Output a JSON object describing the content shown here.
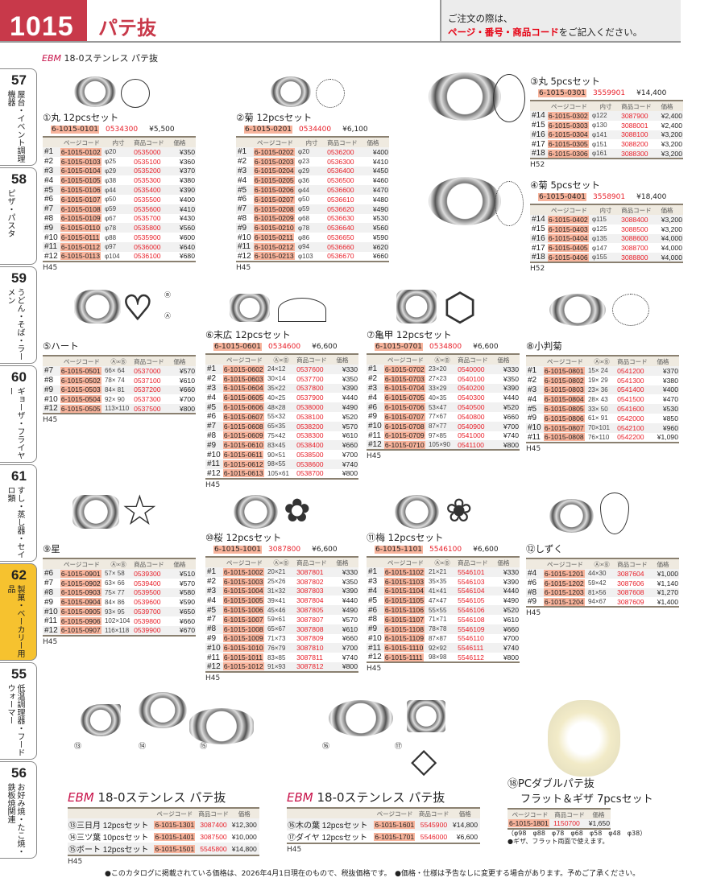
{
  "header": {
    "page_number": "1015",
    "title": "パテ抜",
    "note_line1": "ご注文の際は、",
    "note_red": "ページ・番号・商品コード",
    "note_rest": "をご記入ください。"
  },
  "brand": {
    "ebm": "EBM",
    "name": "18-0ステンレス パテ抜"
  },
  "tabs": [
    {
      "num": "57",
      "label": "屋台・イベント調理機器",
      "active": false
    },
    {
      "num": "58",
      "label": "ピザ・パスタ",
      "active": false
    },
    {
      "num": "59",
      "label": "うどん・そば・ラーメン",
      "active": false
    },
    {
      "num": "60",
      "label": "ギョーザ・フライヤー",
      "active": false
    },
    {
      "num": "61",
      "label": "すし・蒸し器・セイロ類",
      "active": false
    },
    {
      "num": "62",
      "label": "製菓・ベーカリー用品",
      "active": true
    },
    {
      "num": "55",
      "label": "低温調理器・フードウォーマー",
      "active": false
    },
    {
      "num": "56",
      "label": "お好み焼・たこ焼・鉄板焼関連",
      "active": false
    }
  ],
  "sections": [
    {
      "title": "①丸 12pcsセット",
      "set": {
        "page_code": "6-1015-0101",
        "code": "0534300",
        "price": "¥5,500"
      },
      "headers": [
        "",
        "ページコード",
        "内寸",
        "商品コード",
        "価格"
      ],
      "note": "H45",
      "rows": [
        [
          "#1",
          "6-1015-0102",
          "φ20",
          "0535000",
          "¥350"
        ],
        [
          "#2",
          "6-1015-0103",
          "φ25",
          "0535100",
          "¥360"
        ],
        [
          "#3",
          "6-1015-0104",
          "φ29",
          "0535200",
          "¥370"
        ],
        [
          "#4",
          "6-1015-0105",
          "φ38",
          "0535300",
          "¥380"
        ],
        [
          "#5",
          "6-1015-0106",
          "φ44",
          "0535400",
          "¥390"
        ],
        [
          "#6",
          "6-1015-0107",
          "φ50",
          "0535500",
          "¥400"
        ],
        [
          "#7",
          "6-1015-0108",
          "φ59",
          "0535600",
          "¥410"
        ],
        [
          "#8",
          "6-1015-0109",
          "φ67",
          "0535700",
          "¥430"
        ],
        [
          "#9",
          "6-1015-0110",
          "φ78",
          "0535800",
          "¥560"
        ],
        [
          "#10",
          "6-1015-0111",
          "φ88",
          "0535900",
          "¥600"
        ],
        [
          "#11",
          "6-1015-0112",
          "φ97",
          "0536000",
          "¥640"
        ],
        [
          "#12",
          "6-1015-0113",
          "φ104",
          "0536100",
          "¥680"
        ]
      ]
    },
    {
      "title": "②菊 12pcsセット",
      "set": {
        "page_code": "6-1015-0201",
        "code": "0534400",
        "price": "¥6,100"
      },
      "headers": [
        "",
        "ページコード",
        "内寸",
        "商品コード",
        "価格"
      ],
      "note": "H45",
      "rows": [
        [
          "#1",
          "6-1015-0202",
          "φ20",
          "0536200",
          "¥400"
        ],
        [
          "#2",
          "6-1015-0203",
          "φ23",
          "0536300",
          "¥410"
        ],
        [
          "#3",
          "6-1015-0204",
          "φ29",
          "0536400",
          "¥450"
        ],
        [
          "#4",
          "6-1015-0205",
          "φ36",
          "0536500",
          "¥460"
        ],
        [
          "#5",
          "6-1015-0206",
          "φ44",
          "0536600",
          "¥470"
        ],
        [
          "#6",
          "6-1015-0207",
          "φ50",
          "0536610",
          "¥480"
        ],
        [
          "#7",
          "6-1015-0208",
          "φ59",
          "0536620",
          "¥490"
        ],
        [
          "#8",
          "6-1015-0209",
          "φ68",
          "0536630",
          "¥530"
        ],
        [
          "#9",
          "6-1015-0210",
          "φ78",
          "0536640",
          "¥560"
        ],
        [
          "#10",
          "6-1015-0211",
          "φ86",
          "0536650",
          "¥590"
        ],
        [
          "#11",
          "6-1015-0212",
          "φ94",
          "0536660",
          "¥620"
        ],
        [
          "#12",
          "6-1015-0213",
          "φ103",
          "0536670",
          "¥660"
        ]
      ]
    },
    {
      "title": "③丸 5pcsセット",
      "set": {
        "page_code": "6-1015-0301",
        "code": "3559901",
        "price": "¥14,400"
      },
      "headers": [
        "",
        "ページコード",
        "内寸",
        "商品コード",
        "価格"
      ],
      "note": "H52",
      "rows": [
        [
          "#14",
          "6-1015-0302",
          "φ122",
          "3087900",
          "¥2,400"
        ],
        [
          "#15",
          "6-1015-0303",
          "φ130",
          "3088001",
          "¥2,400"
        ],
        [
          "#16",
          "6-1015-0304",
          "φ141",
          "3088100",
          "¥3,200"
        ],
        [
          "#17",
          "6-1015-0305",
          "φ151",
          "3088200",
          "¥3,200"
        ],
        [
          "#18",
          "6-1015-0306",
          "φ161",
          "3088300",
          "¥3,200"
        ]
      ]
    },
    {
      "title": "④菊 5pcsセット",
      "set": {
        "page_code": "6-1015-0401",
        "code": "3558901",
        "price": "¥18,400"
      },
      "headers": [
        "",
        "ページコード",
        "内寸",
        "商品コード",
        "価格"
      ],
      "note": "H52",
      "rows": [
        [
          "#14",
          "6-1015-0402",
          "φ115",
          "3088400",
          "¥3,200"
        ],
        [
          "#15",
          "6-1015-0403",
          "φ125",
          "3088500",
          "¥3,200"
        ],
        [
          "#16",
          "6-1015-0404",
          "φ135",
          "3088600",
          "¥4,000"
        ],
        [
          "#17",
          "6-1015-0405",
          "φ147",
          "3088700",
          "¥4,000"
        ],
        [
          "#18",
          "6-1015-0406",
          "φ155",
          "3088800",
          "¥4,000"
        ]
      ]
    },
    {
      "title": "⑤ハート",
      "headers": [
        "",
        "ページコード",
        "Ⓐ×Ⓑ",
        "商品コード",
        "価格"
      ],
      "note": "H45",
      "rows": [
        [
          "#7",
          "6-1015-0501",
          "66× 64",
          "0537000",
          "¥570"
        ],
        [
          "#8",
          "6-1015-0502",
          "78× 74",
          "0537100",
          "¥610"
        ],
        [
          "#9",
          "6-1015-0503",
          "84× 81",
          "0537200",
          "¥660"
        ],
        [
          "#10",
          "6-1015-0504",
          "92× 90",
          "0537300",
          "¥700"
        ],
        [
          "#12",
          "6-1015-0505",
          "113×110",
          "0537500",
          "¥800"
        ]
      ]
    },
    {
      "title": "⑥末広 12pcsセット",
      "set": {
        "page_code": "6-1015-0601",
        "code": "0534600",
        "price": "¥6,600"
      },
      "headers": [
        "",
        "ページコード",
        "Ⓐ×Ⓑ",
        "商品コード",
        "価格"
      ],
      "note": "H45",
      "rows": [
        [
          "#1",
          "6-1015-0602",
          "24×12",
          "0537600",
          "¥330"
        ],
        [
          "#2",
          "6-1015-0603",
          "30×14",
          "0537700",
          "¥350"
        ],
        [
          "#3",
          "6-1015-0604",
          "35×22",
          "0537800",
          "¥390"
        ],
        [
          "#4",
          "6-1015-0605",
          "40×25",
          "0537900",
          "¥440"
        ],
        [
          "#5",
          "6-1015-0606",
          "48×28",
          "0538000",
          "¥490"
        ],
        [
          "#6",
          "6-1015-0607",
          "55×32",
          "0538100",
          "¥520"
        ],
        [
          "#7",
          "6-1015-0608",
          "65×35",
          "0538200",
          "¥570"
        ],
        [
          "#8",
          "6-1015-0609",
          "75×42",
          "0538300",
          "¥610"
        ],
        [
          "#9",
          "6-1015-0610",
          "83×45",
          "0538400",
          "¥660"
        ],
        [
          "#10",
          "6-1015-0611",
          "90×51",
          "0538500",
          "¥700"
        ],
        [
          "#11",
          "6-1015-0612",
          "98×55",
          "0538600",
          "¥740"
        ],
        [
          "#12",
          "6-1015-0613",
          "105×61",
          "0538700",
          "¥800"
        ]
      ]
    },
    {
      "title": "⑦亀甲 12pcsセット",
      "set": {
        "page_code": "6-1015-0701",
        "code": "0534800",
        "price": "¥6,600"
      },
      "headers": [
        "",
        "ページコード",
        "Ⓐ×Ⓑ",
        "商品コード",
        "価格"
      ],
      "note": "H45",
      "rows": [
        [
          "#1",
          "6-1015-0702",
          "23×20",
          "0540000",
          "¥330"
        ],
        [
          "#2",
          "6-1015-0703",
          "27×23",
          "0540100",
          "¥350"
        ],
        [
          "#3",
          "6-1015-0704",
          "33×29",
          "0540200",
          "¥390"
        ],
        [
          "#4",
          "6-1015-0705",
          "40×35",
          "0540300",
          "¥440"
        ],
        [
          "#6",
          "6-1015-0706",
          "53×47",
          "0540500",
          "¥520"
        ],
        [
          "#9",
          "6-1015-0707",
          "77×67",
          "0540800",
          "¥660"
        ],
        [
          "#10",
          "6-1015-0708",
          "87×77",
          "0540900",
          "¥700"
        ],
        [
          "#11",
          "6-1015-0709",
          "97×85",
          "0541000",
          "¥740"
        ],
        [
          "#12",
          "6-1015-0710",
          "105×90",
          "0541100",
          "¥800"
        ]
      ]
    },
    {
      "title": "⑧小判菊",
      "headers": [
        "",
        "ページコード",
        "Ⓐ×Ⓑ",
        "商品コード",
        "価格"
      ],
      "note": "H45",
      "rows": [
        [
          "#1",
          "6-1015-0801",
          "15× 24",
          "0541200",
          "¥370"
        ],
        [
          "#2",
          "6-1015-0802",
          "19× 29",
          "0541300",
          "¥380"
        ],
        [
          "#3",
          "6-1015-0803",
          "23× 36",
          "0541400",
          "¥400"
        ],
        [
          "#4",
          "6-1015-0804",
          "28× 43",
          "0541500",
          "¥470"
        ],
        [
          "#5",
          "6-1015-0805",
          "33× 50",
          "0541600",
          "¥530"
        ],
        [
          "#9",
          "6-1015-0806",
          "61× 91",
          "0542000",
          "¥850"
        ],
        [
          "#10",
          "6-1015-0807",
          "70×101",
          "0542100",
          "¥960"
        ],
        [
          "#11",
          "6-1015-0808",
          "76×110",
          "0542200",
          "¥1,090"
        ]
      ]
    },
    {
      "title": "⑨星",
      "headers": [
        "",
        "ページコード",
        "Ⓐ×Ⓑ",
        "商品コード",
        "価格"
      ],
      "note": "H45",
      "rows": [
        [
          "#6",
          "6-1015-0901",
          "57× 58",
          "0539300",
          "¥510"
        ],
        [
          "#7",
          "6-1015-0902",
          "63× 66",
          "0539400",
          "¥570"
        ],
        [
          "#8",
          "6-1015-0903",
          "75× 77",
          "0539500",
          "¥580"
        ],
        [
          "#9",
          "6-1015-0904",
          "84× 86",
          "0539600",
          "¥590"
        ],
        [
          "#10",
          "6-1015-0905",
          "93× 95",
          "0539700",
          "¥650"
        ],
        [
          "#11",
          "6-1015-0906",
          "102×104",
          "0539800",
          "¥660"
        ],
        [
          "#12",
          "6-1015-0907",
          "116×118",
          "0539900",
          "¥670"
        ]
      ]
    },
    {
      "title": "⑩桜 12pcsセット",
      "set": {
        "page_code": "6-1015-1001",
        "code": "3087800",
        "price": "¥6,600"
      },
      "headers": [
        "",
        "ページコード",
        "Ⓐ×Ⓑ",
        "商品コード",
        "価格"
      ],
      "note": "H45",
      "rows": [
        [
          "#1",
          "6-1015-1002",
          "20×21",
          "3087801",
          "¥330"
        ],
        [
          "#2",
          "6-1015-1003",
          "25×26",
          "3087802",
          "¥350"
        ],
        [
          "#3",
          "6-1015-1004",
          "31×32",
          "3087803",
          "¥390"
        ],
        [
          "#4",
          "6-1015-1005",
          "39×41",
          "3087804",
          "¥440"
        ],
        [
          "#5",
          "6-1015-1006",
          "45×46",
          "3087805",
          "¥490"
        ],
        [
          "#7",
          "6-1015-1007",
          "59×61",
          "3087807",
          "¥570"
        ],
        [
          "#8",
          "6-1015-1008",
          "65×67",
          "3087808",
          "¥610"
        ],
        [
          "#9",
          "6-1015-1009",
          "71×73",
          "3087809",
          "¥660"
        ],
        [
          "#10",
          "6-1015-1010",
          "76×79",
          "3087810",
          "¥700"
        ],
        [
          "#11",
          "6-1015-1011",
          "83×85",
          "3087811",
          "¥740"
        ],
        [
          "#12",
          "6-1015-1012",
          "91×93",
          "3087812",
          "¥800"
        ]
      ]
    },
    {
      "title": "⑪梅 12pcsセット",
      "set": {
        "page_code": "6-1015-1101",
        "code": "5546100",
        "price": "¥6,600"
      },
      "headers": [
        "",
        "ページコード",
        "Ⓐ×Ⓑ",
        "商品コード",
        "価格"
      ],
      "note": "H45",
      "rows": [
        [
          "#1",
          "6-1015-1102",
          "21×21",
          "5546101",
          "¥330"
        ],
        [
          "#3",
          "6-1015-1103",
          "35×35",
          "5546103",
          "¥390"
        ],
        [
          "#4",
          "6-1015-1104",
          "41×41",
          "5546104",
          "¥440"
        ],
        [
          "#5",
          "6-1015-1105",
          "47×47",
          "5546105",
          "¥490"
        ],
        [
          "#6",
          "6-1015-1106",
          "55×55",
          "5546106",
          "¥520"
        ],
        [
          "#8",
          "6-1015-1107",
          "71×71",
          "5546108",
          "¥610"
        ],
        [
          "#9",
          "6-1015-1108",
          "78×78",
          "5546109",
          "¥660"
        ],
        [
          "#10",
          "6-1015-1109",
          "87×87",
          "5546110",
          "¥700"
        ],
        [
          "#11",
          "6-1015-1110",
          "92×92",
          "5546111",
          "¥740"
        ],
        [
          "#12",
          "6-1015-1111",
          "98×98",
          "5546112",
          "¥800"
        ]
      ]
    },
    {
      "title": "⑫しずく",
      "headers": [
        "",
        "ページコード",
        "Ⓐ×Ⓑ",
        "商品コード",
        "価格"
      ],
      "note": "H45",
      "rows": [
        [
          "#4",
          "6-1015-1201",
          "44×30",
          "3087604",
          "¥1,000"
        ],
        [
          "#6",
          "6-1015-1202",
          "59×42",
          "3087606",
          "¥1,140"
        ],
        [
          "#8",
          "6-1015-1203",
          "81×56",
          "3087608",
          "¥1,270"
        ],
        [
          "#9",
          "6-1015-1204",
          "94×67",
          "3087609",
          "¥1,400"
        ]
      ]
    }
  ],
  "bottom_groups": [
    {
      "headers": [
        "",
        "ページコード",
        "商品コード",
        "価格"
      ],
      "note": "H45",
      "rows": [
        [
          "⑬三日月 12pcsセット",
          "6-1015-1301",
          "3087400",
          "¥12,300"
        ],
        [
          "⑭三ツ葉 10pcsセット",
          "6-1015-1401",
          "3087500",
          "¥10,000"
        ],
        [
          "⑮ボート 12pcsセット",
          "6-1015-1501",
          "5545800",
          "¥14,800"
        ]
      ]
    },
    {
      "headers": [
        "",
        "ページコード",
        "商品コード",
        "価格"
      ],
      "note": "H45",
      "rows": [
        [
          "⑯木の葉 12pcsセット",
          "6-1015-1601",
          "5545900",
          "¥14,800"
        ],
        [
          "⑰ダイヤ 12pcsセット",
          "6-1015-1701",
          "5546000",
          "¥6,600"
        ]
      ]
    }
  ],
  "item18": {
    "title1": "⑱PCダブルパテ抜",
    "title2": "フラット＆ギザ 7pcsセット",
    "headers": [
      "ページコード",
      "商品コード",
      "価格"
    ],
    "row": [
      "6-1015-1801",
      "1150700",
      "¥1,650"
    ],
    "sizes": "（φ98　φ88　φ78　φ68　φ58　φ48　φ38）",
    "note": "●ギザ、フラット両面で使えます。"
  },
  "image_labels": [
    "⑬",
    "⑭",
    "⑮",
    "⑯",
    "⑰",
    "Ⓐ",
    "Ⓑ"
  ],
  "footer": "●このカタログに掲載されている価格は、2026年4月1日現在のもので、税抜価格です。　●価格・仕様は予告なしに変更する場合があります。予めご了承ください。"
}
